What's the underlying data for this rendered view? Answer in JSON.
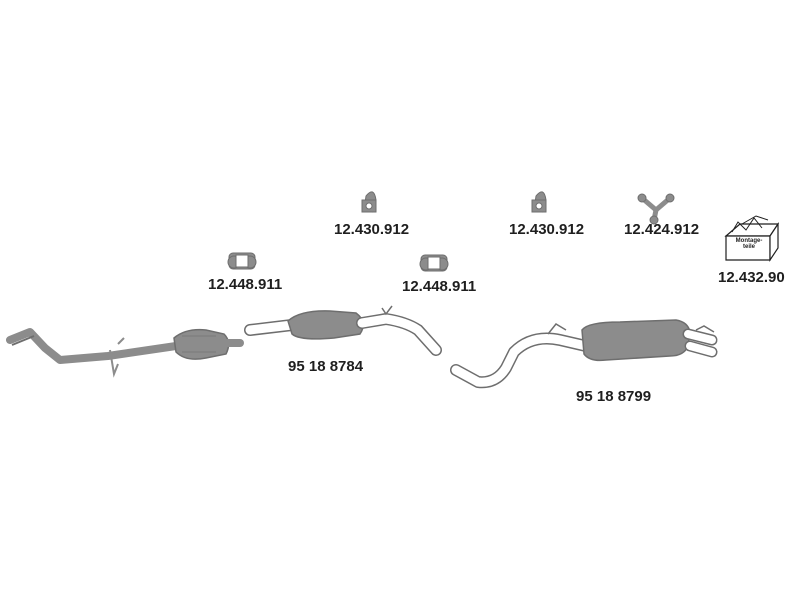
{
  "parts": {
    "front_pipe": {
      "name": ""
    },
    "middle_silencer": {
      "number": "95 18 8784"
    },
    "rear_silencer": {
      "number": "95 18 8799"
    },
    "clamp_left": {
      "number": "12.448.911"
    },
    "clamp_middle": {
      "number": "12.448.911"
    },
    "hanger_left": {
      "number": "12.430.912"
    },
    "hanger_right": {
      "number": "12.430.912"
    },
    "hanger_y": {
      "number": "12.424.912"
    },
    "mounting_kit": {
      "number": "12.432.90",
      "box_text_line1": "Montage-",
      "box_text_line2": "teile"
    }
  },
  "colors": {
    "part_fill": "#8c8c8c",
    "part_stroke": "#6e6e6e",
    "label_text": "#1f1f1f"
  }
}
